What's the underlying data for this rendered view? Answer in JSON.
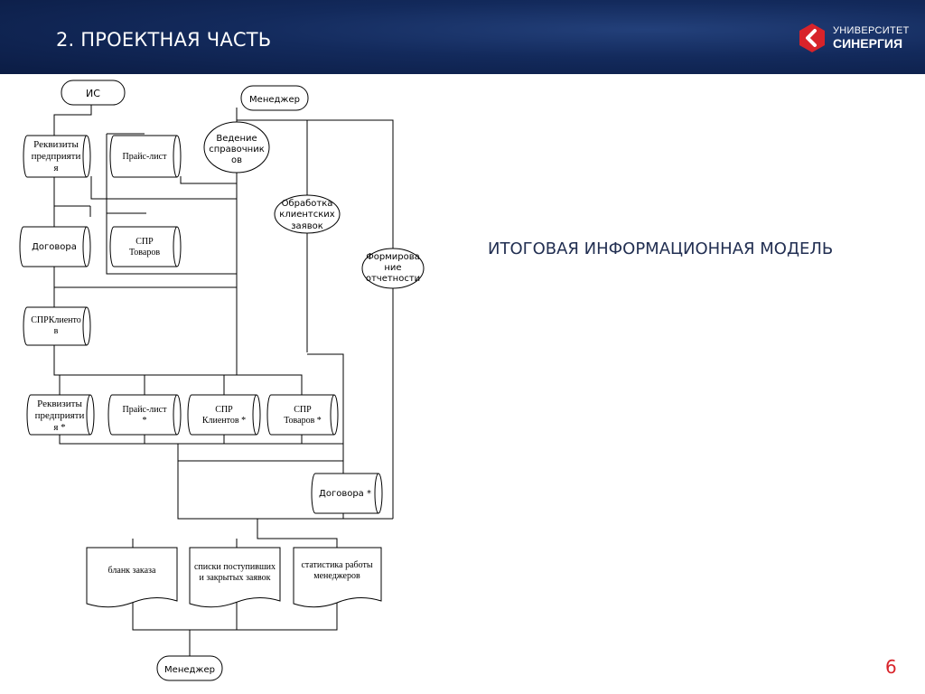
{
  "header": {
    "title": "2. ПРОЕКТНАЯ ЧАСТЬ",
    "logo_line1": "УНИВЕРСИТЕТ",
    "logo_line2": "СИНЕРГИЯ"
  },
  "model_title": "ИТОГОВАЯ ИНФОРМАЦИОННАЯ МОДЕЛЬ",
  "page_number": "6",
  "diagram": {
    "is": "ИС",
    "manager_top": "Менеджер",
    "manager_bottom": "Менеджер",
    "proc_refs": [
      "Ведение",
      "справочник",
      "ов"
    ],
    "proc_orders": [
      "Обработка",
      "клиентских",
      "заявок"
    ],
    "proc_reports": [
      "Формирова",
      "ние",
      "отчетности"
    ],
    "doc_requisites": [
      "Реквизиты",
      "предприяти",
      "я"
    ],
    "doc_pricelist": "Прайс-лист",
    "doc_contracts": "Договора",
    "doc_products": [
      "СПР",
      "Товаров"
    ],
    "doc_clients": [
      "СПРКлиенто",
      "в"
    ],
    "doc_requisites2": [
      "Реквизиты",
      "предприяти",
      "я *"
    ],
    "doc_pricelist2": [
      "Прайс-лист",
      "*"
    ],
    "doc_clients2": [
      "СПР",
      "Клиентов *"
    ],
    "doc_products2": [
      "СПР",
      "Товаров *"
    ],
    "doc_contracts2": "Договора *",
    "out_order_form": "бланк заказа",
    "out_lists": [
      "списки поступивших",
      "и закрытых заявок"
    ],
    "out_stats": [
      "статистика работы",
      "менеджеров"
    ]
  }
}
